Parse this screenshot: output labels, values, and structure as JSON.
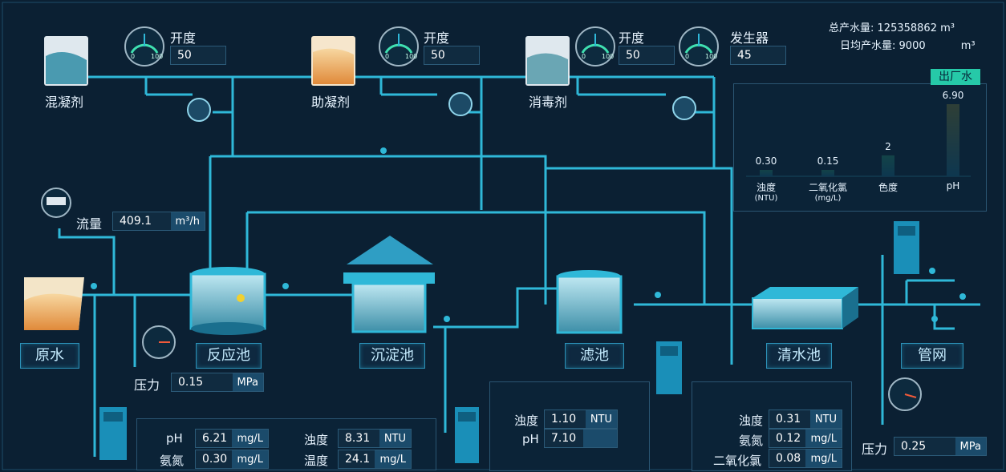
{
  "stats": {
    "total_label": "总产水量:",
    "total_value": "125358862",
    "unit": "m³",
    "daily_label": "日均产水量:",
    "daily_value": "9000",
    "unit2": "m³"
  },
  "dosing": [
    {
      "name": "混凝剂",
      "param": "开度",
      "value": "50"
    },
    {
      "name": "助凝剂",
      "param": "开度",
      "value": "50"
    },
    {
      "name": "消毒剂",
      "param": "开度",
      "value": "50"
    }
  ],
  "generator": {
    "label": "发生器",
    "value": "45"
  },
  "gauge_scale": {
    "min": "0",
    "max": "100"
  },
  "flow": {
    "label": "流量",
    "value": "409.1",
    "unit": "m³/h"
  },
  "pressure_in": {
    "label": "压力",
    "value": "0.15",
    "unit": "MPa"
  },
  "pressure_out": {
    "label": "压力",
    "value": "0.25",
    "unit": "MPa"
  },
  "stages": {
    "raw": "原水",
    "react": "反应池",
    "settle": "沉淀池",
    "filter": "滤池",
    "clear": "清水池",
    "network": "管网"
  },
  "panel1": {
    "ph_label": "pH",
    "ph_value": "6.21",
    "ph_unit": "mg/L",
    "nh_label": "氨氮",
    "nh_value": "0.30",
    "nh_unit": "mg/L",
    "turb_label": "浊度",
    "turb_value": "8.31",
    "turb_unit": "NTU",
    "temp_label": "温度",
    "temp_value": "24.1",
    "temp_unit": "mg/L"
  },
  "panel2": {
    "turb_label": "浊度",
    "turb_value": "1.10",
    "turb_unit": "NTU",
    "ph_label": "pH",
    "ph_value": "7.10"
  },
  "panel3": {
    "turb_label": "浊度",
    "turb_value": "0.31",
    "turb_unit": "NTU",
    "nh_label": "氨氮",
    "nh_value": "0.12",
    "nh_unit": "mg/L",
    "cl_label": "二氧化氯",
    "cl_value": "0.08",
    "cl_unit": "mg/L"
  },
  "outlet": {
    "title": "出厂水",
    "chart_data": {
      "type": "bar",
      "categories": [
        "浊度",
        "二氧化氯",
        "色度",
        "pH"
      ],
      "units": [
        "(NTU)",
        "(mg/L)",
        "",
        ""
      ],
      "values": [
        0.3,
        0.15,
        2,
        6.9
      ],
      "labels": [
        "0.30",
        "0.15",
        "2",
        "6.90"
      ]
    }
  },
  "colors": {
    "pipe": "#2fb8d8",
    "accent": "#3fe0b0",
    "bar_ph": "#f0d030",
    "bg": "#0b2033"
  }
}
